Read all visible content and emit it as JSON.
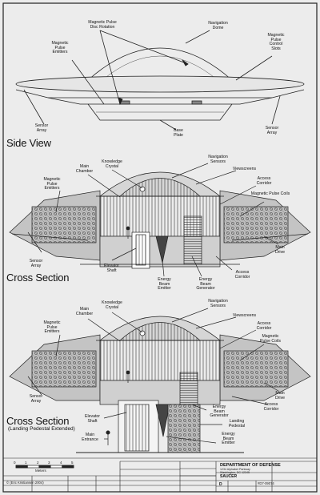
{
  "side_view": {
    "title": "Side View",
    "labels": {
      "disc_rotation": "Magnetic Pulse\nDisc Rotation",
      "nav_dome": "Navigation\nDome",
      "pulse_emitters": "Magnetic\nPulse\nEmitters",
      "control_slots": "Magnetic\nPulse\nControl\nSlots",
      "sensor_array_left": "Sensor\nArray",
      "sensor_array_right": "Sensor\nArray",
      "base_plate": "Base\nPlate"
    }
  },
  "cross_section_1": {
    "title": "Cross Section",
    "labels": {
      "knowledge_crystal": "Knowledge\nCrystal",
      "nav_sensors": "Navigation\nSensors",
      "main_chamber": "Main\nChamber",
      "viewscreens": "Viewscreens",
      "access_corridor_top": "Access\nCorridor",
      "pulse_emitters": "Magnetic\nPulse\nEmitters",
      "pulse_coils": "Magnetic Pulse Coils",
      "sensor_array": "Sensor\nArray",
      "main_drive": "Main\nDrive",
      "elevator_shaft": "Elevator\nShaft",
      "energy_beam_emitter": "Energy\nBeam\nEmitter",
      "energy_beam_generator": "Energy\nBeam\nGenerator",
      "access_corridor_bottom": "Access\nCorridor"
    }
  },
  "cross_section_2": {
    "title": "Cross Section",
    "subtitle": "(Landing Pedestal Extended)",
    "labels": {
      "knowledge_crystal": "Knowledge\nCrystal",
      "nav_sensors": "Navigation\nSensors",
      "main_chamber": "Main\nChamber",
      "viewscreens": "Viewscreens",
      "access_corridor_top": "Access\nCorridor",
      "pulse_emitters": "Magnetic\nPulse\nEmitters",
      "pulse_coils": "Magnetic\nPulse Coils",
      "sensor_array": "Sensor\nArray",
      "main_drive": "Main\nDrive",
      "access_corridor_bottom": "Access\nCorridor",
      "elevator_shaft": "Elevator\nShaft",
      "main_entrance": "Main\nEntrance",
      "energy_beam_generator": "Energy\nBeam\nGenerator",
      "landing_pedestal": "Landing\nPedestal",
      "energy_beam_emitter": "Energy\nBeam\nEmitter"
    }
  },
  "scale": {
    "ticks": [
      "0",
      "1",
      "2",
      "3",
      "4",
      "5"
    ],
    "unit": "Meters"
  },
  "title_block": {
    "credit": "© (Eric Kristiansen 2004)",
    "department": "DEPARTMENT OF DEFENSE",
    "dept_sub1": "1234 Alphabet Parkway",
    "dept_sub2": "Washington, DC 12345",
    "drawing_title": "SAUCER",
    "size_label": "D",
    "dwg_no": "#D7-09074"
  }
}
